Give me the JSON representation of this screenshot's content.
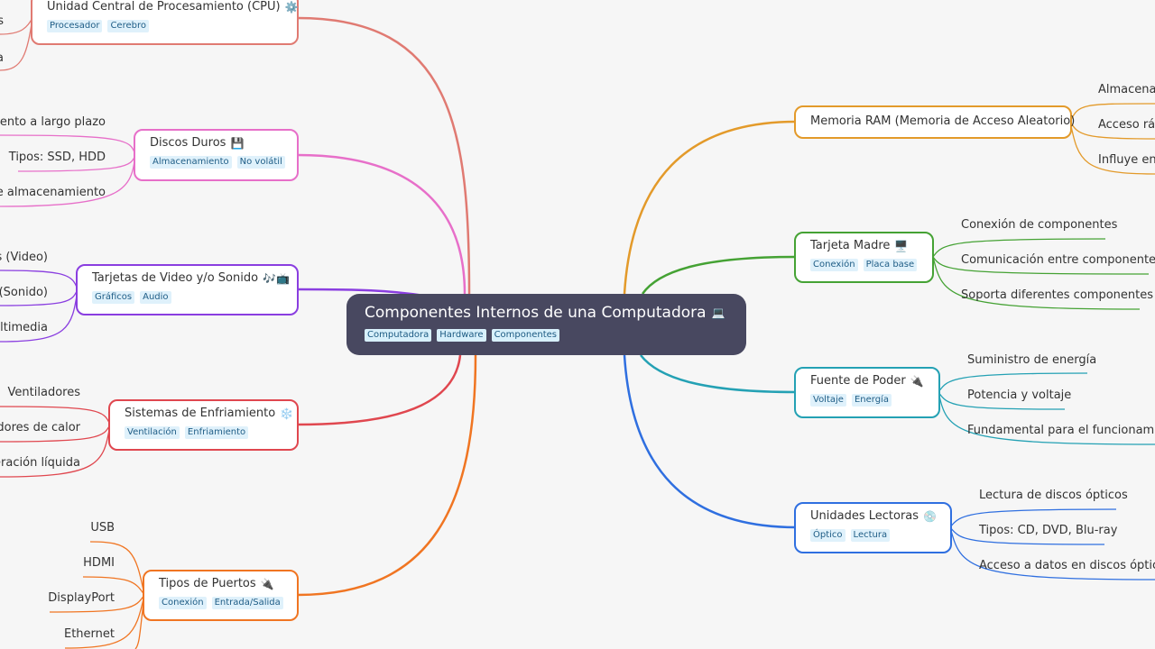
{
  "root": {
    "title": "Componentes Internos de una Computadora",
    "icon": "💻",
    "tags": [
      "Computadora",
      "Hardware",
      "Componentes"
    ]
  },
  "branches": {
    "cpu": {
      "title": "Unidad Central de Procesamiento (CPU)",
      "icon": "⚙️",
      "tags": [
        "Procesador",
        "Cerebro"
      ],
      "color": "#e07a72",
      "leaves": [
        "s",
        "a"
      ]
    },
    "discos": {
      "title": "Discos Duros",
      "icon": "💾",
      "tags": [
        "Almacenamiento",
        "No volátil"
      ],
      "color": "#e76fc9",
      "leaves": [
        "miento a largo plazo",
        "Tipos: SSD, HDD",
        "de almacenamiento"
      ]
    },
    "video": {
      "title": "Tarjetas de Video y/o Sonido",
      "icon": "🎶📺",
      "tags": [
        "Gráficos",
        "Audio"
      ],
      "color": "#8a3ee0",
      "leaves": [
        "os (Video)",
        "(Sonido)",
        "ultimedia"
      ]
    },
    "enfriamiento": {
      "title": "Sistemas de Enfriamiento",
      "icon": "❄️",
      "tags": [
        "Ventilación",
        "Enfriamiento"
      ],
      "color": "#e0474f",
      "leaves": [
        "Ventiladores",
        "adores de calor",
        "eración líquida"
      ]
    },
    "puertos": {
      "title": "Tipos de Puertos",
      "icon": "🔌",
      "tags": [
        "Conexión",
        "Entrada/Salida"
      ],
      "color": "#f07522",
      "leaves": [
        "USB",
        "HDMI",
        "DisplayPort",
        "Ethernet"
      ]
    },
    "ram": {
      "title": "Memoria RAM (Memoria de Acceso Aleatorio)",
      "icon": "",
      "tags": [],
      "color": "#e39a2a",
      "leaves": [
        "Almacenar",
        "Acceso ráp",
        "Influye en"
      ]
    },
    "madre": {
      "title": "Tarjeta Madre",
      "icon": "🖥️",
      "tags": [
        "Conexión",
        "Placa base"
      ],
      "color": "#45a234",
      "leaves": [
        "Conexión de componentes",
        "Comunicación entre componentes",
        "Soporta diferentes componentes"
      ]
    },
    "fuente": {
      "title": "Fuente de Poder",
      "icon": "🔌",
      "tags": [
        "Voltaje",
        "Energía"
      ],
      "color": "#24a1b4",
      "leaves": [
        "Suministro de energía",
        "Potencia y voltaje",
        "Fundamental para el funcionamien"
      ]
    },
    "lectoras": {
      "title": "Unidades Lectoras",
      "icon": "💿",
      "tags": [
        "Óptico",
        "Lectura"
      ],
      "color": "#2f6fe0",
      "leaves": [
        "Lectura de discos ópticos",
        "Tipos: CD, DVD, Blu-ray",
        "Acceso a datos en discos ópticos"
      ]
    }
  }
}
